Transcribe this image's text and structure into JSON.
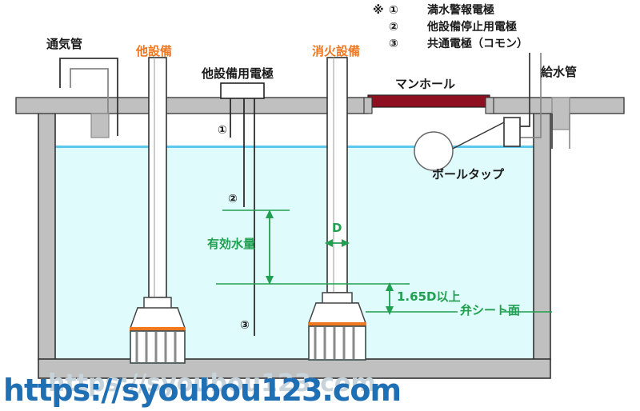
{
  "diagram": {
    "title_labels": {
      "vent_pipe": "通気管",
      "other_equipment": "他設備",
      "other_equipment_electrode": "他設備用電極",
      "fire_equipment": "消火設備",
      "manhole": "マンホール",
      "water_supply_pipe": "給水管",
      "ball_tap": "ボールタップ"
    },
    "legend": {
      "prefix": "※",
      "items": [
        {
          "marker": "①",
          "label": "満水警報電極"
        },
        {
          "marker": "②",
          "label": "他設備停止用電極"
        },
        {
          "marker": "③",
          "label": "共通電極（コモン）"
        }
      ]
    },
    "electrode_markers": [
      {
        "marker": "①"
      },
      {
        "marker": "②"
      },
      {
        "marker": "③"
      }
    ],
    "dimensions": {
      "effective_volume": "有効水量",
      "pipe_diameter": "D",
      "clearance": "1.65D以上",
      "valve_seat": "弁シート面"
    },
    "colors": {
      "accent_orange": "#f07820",
      "dimension_green": "#20a050",
      "water_fill": "#dffbfb",
      "water_surface": "#5bc8f0",
      "concrete": "#c0c0c0",
      "manhole": "#8e1020",
      "watermark_blue": "#1f6fb4"
    },
    "watermark": "https://syoubou123.com"
  }
}
